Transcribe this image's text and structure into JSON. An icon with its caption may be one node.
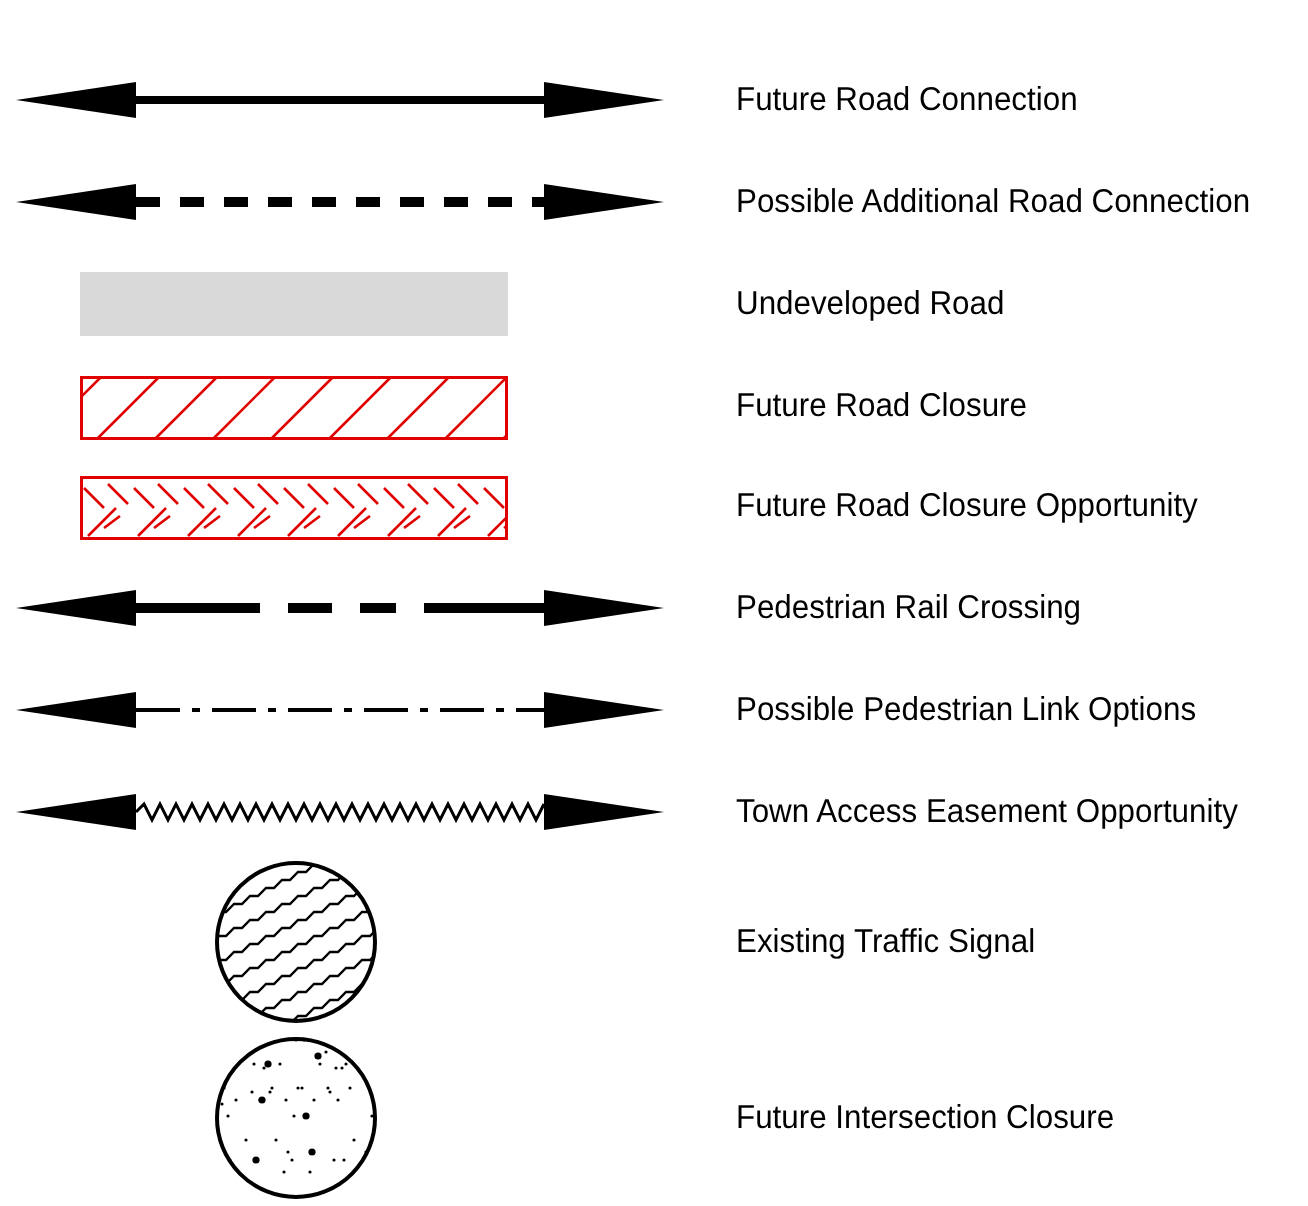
{
  "diagram": {
    "legend": [
      {
        "text": "Future Road Connection"
      },
      {
        "text": "Possible Additional Road Connection"
      },
      {
        "text": "Undeveloped Road",
        "color": "#d9d9d9"
      },
      {
        "text": "Future Road Closure"
      },
      {
        "text": "Future Road Closure Opportunity"
      },
      {
        "text": "Pedestrian Rail Crossing"
      },
      {
        "text": "Possible Pedestrian Link Options"
      },
      {
        "text": "Town Access Easement Opportunity"
      },
      {
        "text": "Existing Traffic Signal"
      },
      {
        "text": "Future Intersection Closure"
      }
    ]
  }
}
